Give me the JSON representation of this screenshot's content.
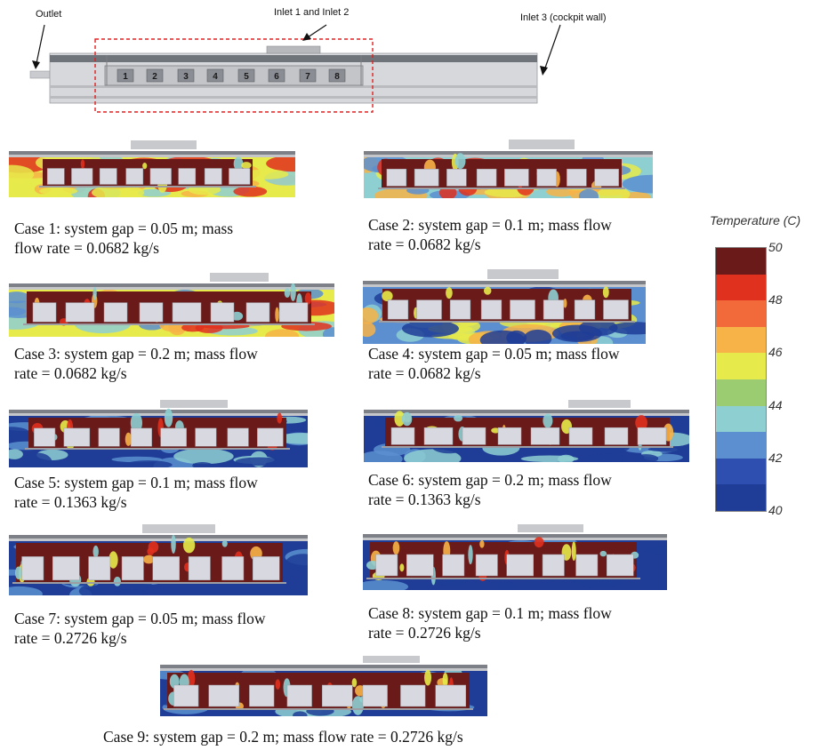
{
  "schematic": {
    "labels": {
      "outlet": "Outlet",
      "inlet12": "Inlet 1 and Inlet 2",
      "inlet3": "Inlet 3 (cockpit wall)"
    },
    "blocks": [
      "1",
      "2",
      "3",
      "4",
      "5",
      "6",
      "7",
      "8"
    ]
  },
  "cases": [
    {
      "line1": "Case 1: system gap = 0.05 m; mass",
      "line2": "flow rate = 0.0682 kg/s"
    },
    {
      "line1": "Case 2: system gap = 0.1 m; mass flow",
      "line2": "rate = 0.0682 kg/s"
    },
    {
      "line1": "Case 3: system gap = 0.2 m; mass flow",
      "line2": "rate = 0.0682 kg/s"
    },
    {
      "line1": "Case 4: system gap = 0.05 m; mass flow",
      "line2": "rate = 0.0682 kg/s"
    },
    {
      "line1": "Case 5: system gap = 0.1 m; mass flow",
      "line2": "rate = 0.1363 kg/s"
    },
    {
      "line1": "Case 6: system gap = 0.2 m; mass flow",
      "line2": "rate = 0.1363 kg/s"
    },
    {
      "line1": "Case 7: system gap = 0.05 m; mass flow",
      "line2": "rate = 0.2726 kg/s"
    },
    {
      "line1": "Case 8: system gap = 0.1 m; mass flow",
      "line2": "rate = 0.2726 kg/s"
    },
    {
      "line1": "Case 9: system gap = 0.2 m; mass flow rate = 0.2726 kg/s",
      "line2": ""
    }
  ],
  "legend": {
    "title": "Temperature (C)",
    "ticks": [
      "50",
      "48",
      "46",
      "44",
      "42",
      "40"
    ],
    "colors": [
      "#6b1a1a",
      "#e0301e",
      "#f26a3a",
      "#f7b347",
      "#e6ea4a",
      "#9ccc72",
      "#8ecfd2",
      "#5b8fd0",
      "#2e4fb0",
      "#1f3d96"
    ]
  },
  "colors": {
    "cold": "#1f3d96",
    "cool": "#5b8fd0",
    "mild": "#8ecfd2",
    "warm": "#e6ea4a",
    "orange": "#f7b347",
    "red": "#e0301e",
    "hot": "#6b1a1a",
    "block": "#d8d8e0",
    "duct": "#a8aab0"
  }
}
